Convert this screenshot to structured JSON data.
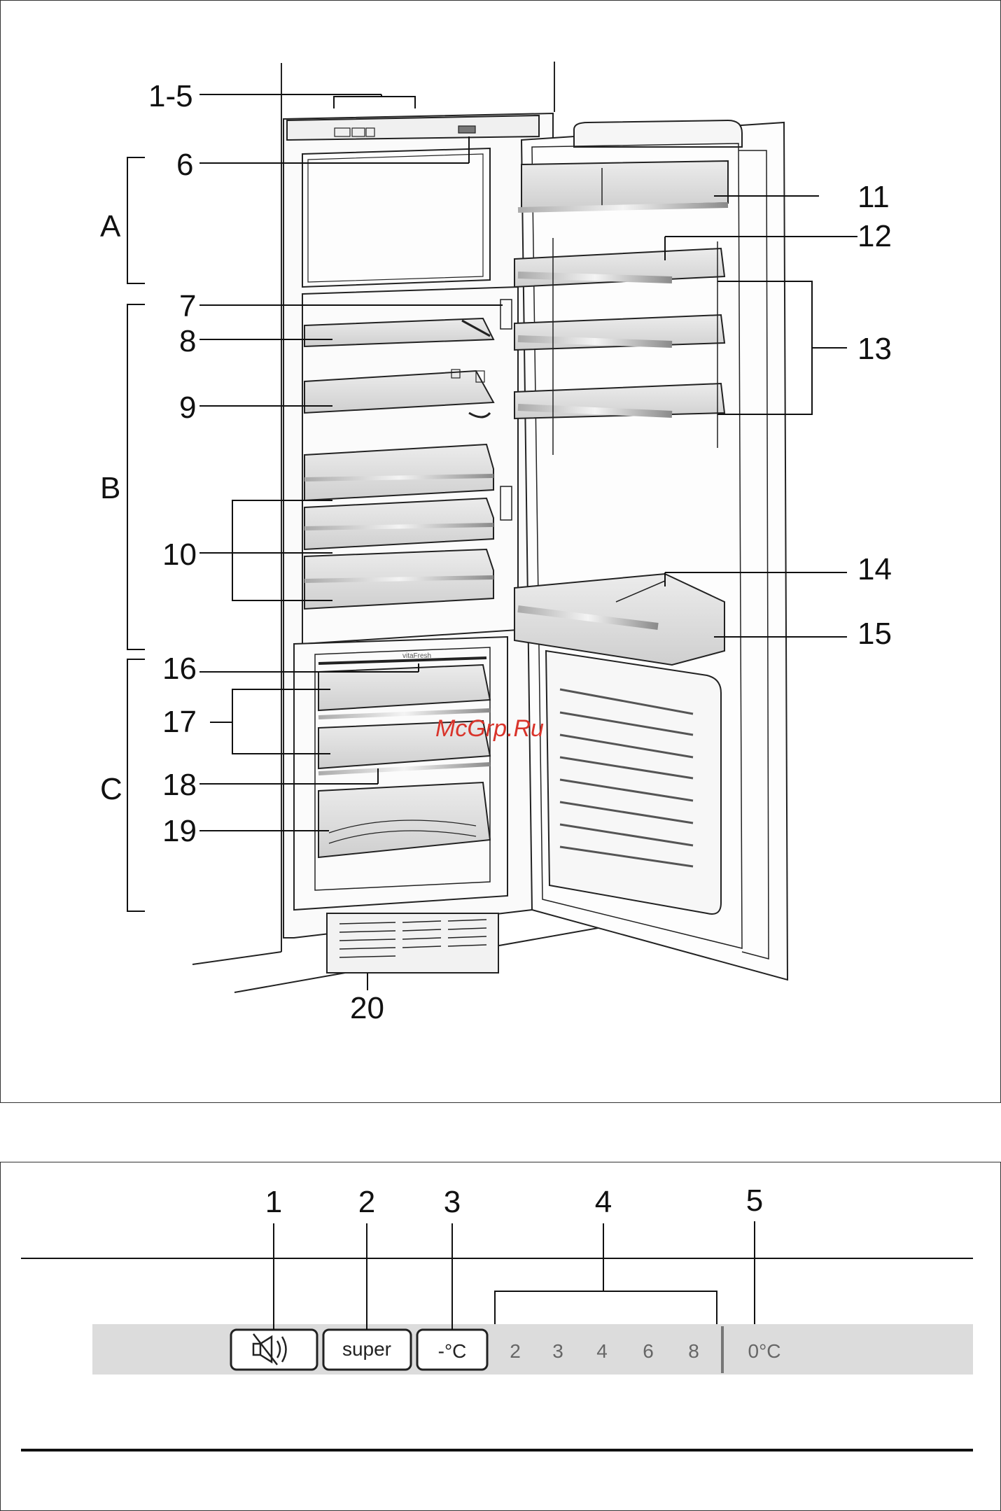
{
  "figure1": {
    "callouts": [
      "1-5",
      "6",
      "7",
      "8",
      "9",
      "10",
      "11",
      "12",
      "13",
      "14",
      "15",
      "16",
      "17",
      "18",
      "19",
      "20"
    ],
    "zones": [
      "A",
      "B",
      "C"
    ],
    "drawer_label": "vitaFresh",
    "watermark": "McGrp.Ru"
  },
  "figure2": {
    "callouts": [
      "1",
      "2",
      "3",
      "4",
      "5"
    ],
    "buttons": [
      "super",
      "-°C"
    ],
    "scale": [
      "2",
      "3",
      "4",
      "6",
      "8"
    ],
    "zero_label": "0°C",
    "icons": [
      "speaker-muted-icon"
    ]
  },
  "colors": {
    "panel_gray": "#dcdcdc",
    "watermark_red": "#d9342b"
  }
}
